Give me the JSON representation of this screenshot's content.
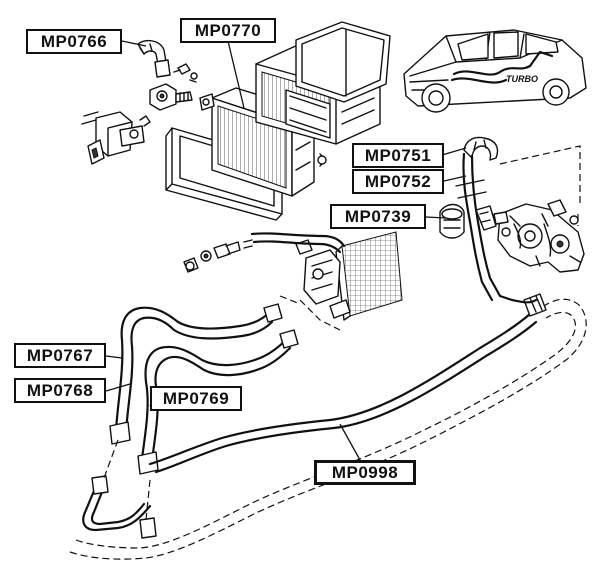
{
  "labels": {
    "mp0766": "MP0766",
    "mp0770": "MP0770",
    "mp0751": "MP0751",
    "mp0752": "MP0752",
    "mp0739": "MP0739",
    "mp0767": "MP0767",
    "mp0768": "MP0768",
    "mp0769": "MP0769",
    "mp0998": "MP0998"
  },
  "vehicle_badge": "TURBO"
}
